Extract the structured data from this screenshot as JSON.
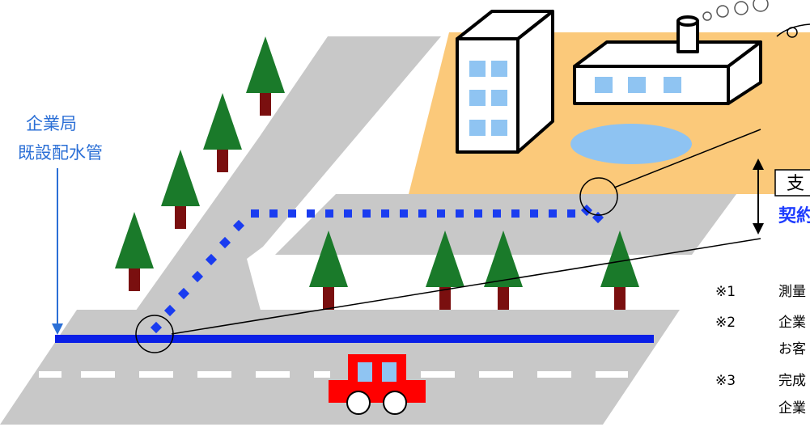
{
  "labels": {
    "line1": "企業局",
    "line2": "既設配水管"
  },
  "side_box": {
    "text": "支"
  },
  "contract_text": "契約",
  "notes": [
    {
      "mark": "※1",
      "text": "測量"
    },
    {
      "mark": "※2",
      "text": "企業"
    },
    {
      "mark": "",
      "text": "お客"
    },
    {
      "mark": "※3",
      "text": "完成"
    },
    {
      "mark": "",
      "text": "企業"
    }
  ],
  "colors": {
    "road": "#c8c8c8",
    "lot": "#fbc97a",
    "pond": "#8ec3f2",
    "main_pipe": "#0a1fe6",
    "service_pipe": "#1a3cf0",
    "tree": "#1a7a2a",
    "trunk": "#7a0f0f",
    "car": "#ff0000",
    "window": "#8fc4f2",
    "label": "#2b6fd6"
  }
}
